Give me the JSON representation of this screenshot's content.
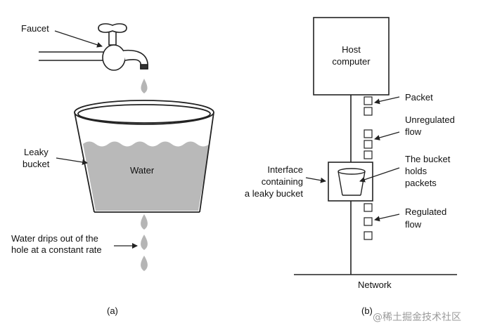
{
  "panel_a": {
    "faucet_label": "Faucet",
    "leaky_bucket_label": [
      "Leaky",
      "bucket"
    ],
    "water_label": "Water",
    "drips_label": [
      "Water drips out of the",
      "hole at a constant rate"
    ],
    "caption": "(a)"
  },
  "panel_b": {
    "host_label": [
      "Host",
      "computer"
    ],
    "packet_label": "Packet",
    "unregulated_label": [
      "Unregulated",
      "flow"
    ],
    "bucket_holds_label": [
      "The bucket",
      "holds",
      "packets"
    ],
    "interface_label": [
      "Interface",
      "containing",
      "a leaky bucket"
    ],
    "regulated_label": [
      "Regulated",
      "flow"
    ],
    "network_label": "Network",
    "caption": "(b)"
  },
  "watermark": "@稀土掘金技术社区",
  "colors": {
    "water": "#b9b9b9",
    "ink": "#222222",
    "drop": "#b5b5b5"
  }
}
